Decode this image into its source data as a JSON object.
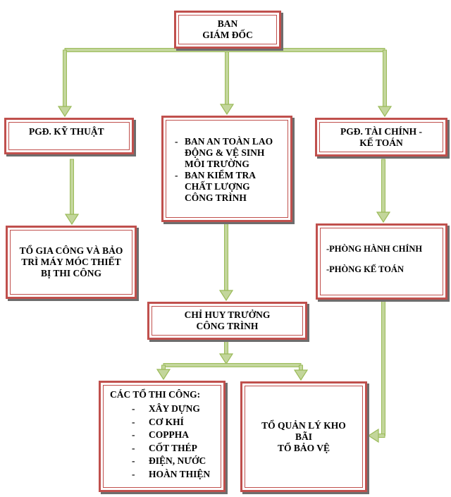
{
  "board": {
    "line1": "BAN",
    "line2": "GIÁM ĐỐC"
  },
  "tech_deputy": {
    "label": "PGĐ. KỸ THUẬT"
  },
  "safety_box": {
    "items": [
      {
        "bullet": "-",
        "lines": [
          "BAN AN TOÀN LAO",
          "ĐỘNG &   VỆ SINH",
          "MÔI TRƯỜNG"
        ]
      },
      {
        "bullet": "-",
        "lines": [
          "BAN KIỂM TRA",
          "CHẤT LƯỢNG",
          "CÔNG TRÌNH"
        ]
      }
    ]
  },
  "finance_deputy": {
    "line1": "PGĐ.  TÀI CHÍNH -",
    "line2": "KẾ TOÁN"
  },
  "machine_team": {
    "line1": "TỔ GIA CÔNG VÀ BẢO",
    "line2": "TRÌ MÁY MÓC THIẾT",
    "line3": "BỊ THI CÔNG"
  },
  "departments": {
    "item1": "-PHÒNG HÀNH CHÍNH",
    "item2": "-PHÒNG KẾ TOÁN"
  },
  "site_commander": {
    "line1": "CHỈ HUY TRƯỞNG",
    "line2": "CÔNG TRÌNH"
  },
  "construction_teams": {
    "title": "CÁC TỔ THI CÔNG:",
    "bullet": "-",
    "items": [
      "XÂY DỰNG",
      "CƠ  KHÍ",
      "COPPHA",
      "CỐT THÉP",
      "ĐIỆN, NƯỚC",
      "HOÀN THIỆN"
    ]
  },
  "warehouse_team": {
    "line1": "TỔ QUẢN LÝ KHO",
    "line2": "BÃI",
    "line3": "TỔ BẢO VỆ"
  },
  "colors": {
    "box_border": "#c0504d",
    "arrow_fill": "#c3d69b",
    "arrow_edge": "#9bbb59",
    "shadow": "#6d6d6d"
  }
}
